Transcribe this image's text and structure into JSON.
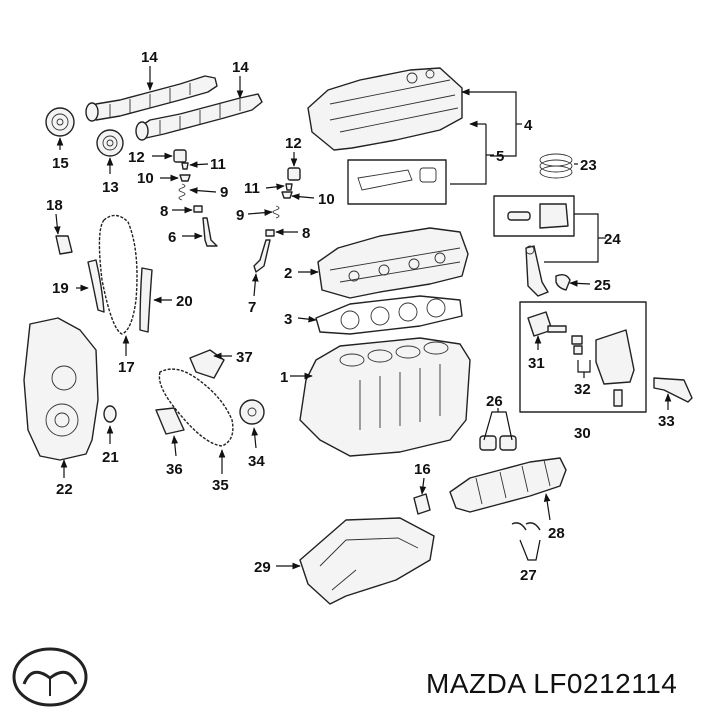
{
  "caption": {
    "brand": "MAZDA",
    "part_number": "LF0212114"
  },
  "logo": {
    "icon": "mazda-logo-icon"
  },
  "callouts": [
    {
      "id": "c14a",
      "label": "14"
    },
    {
      "id": "c14b",
      "label": "14"
    },
    {
      "id": "c15",
      "label": "15"
    },
    {
      "id": "c13",
      "label": "13"
    },
    {
      "id": "c12a",
      "label": "12"
    },
    {
      "id": "c11a",
      "label": "11"
    },
    {
      "id": "c10a",
      "label": "10"
    },
    {
      "id": "c9a",
      "label": "9"
    },
    {
      "id": "c8a",
      "label": "8"
    },
    {
      "id": "c6",
      "label": "6"
    },
    {
      "id": "c18",
      "label": "18"
    },
    {
      "id": "c19",
      "label": "19"
    },
    {
      "id": "c20",
      "label": "20"
    },
    {
      "id": "c17",
      "label": "17"
    },
    {
      "id": "c12b",
      "label": "12"
    },
    {
      "id": "c11b",
      "label": "11"
    },
    {
      "id": "c10b",
      "label": "10"
    },
    {
      "id": "c9b",
      "label": "9"
    },
    {
      "id": "c8b",
      "label": "8"
    },
    {
      "id": "c7",
      "label": "7"
    },
    {
      "id": "c2",
      "label": "2"
    },
    {
      "id": "c3",
      "label": "3"
    },
    {
      "id": "c4",
      "label": "4"
    },
    {
      "id": "c5",
      "label": "5"
    },
    {
      "id": "c23",
      "label": "23"
    },
    {
      "id": "c24",
      "label": "24"
    },
    {
      "id": "c25",
      "label": "25"
    },
    {
      "id": "c31",
      "label": "31"
    },
    {
      "id": "c32",
      "label": "32"
    },
    {
      "id": "c30",
      "label": "30"
    },
    {
      "id": "c33",
      "label": "33"
    },
    {
      "id": "c37",
      "label": "37"
    },
    {
      "id": "c1",
      "label": "1"
    },
    {
      "id": "c26",
      "label": "26"
    },
    {
      "id": "c21",
      "label": "21"
    },
    {
      "id": "c22",
      "label": "22"
    },
    {
      "id": "c36",
      "label": "36"
    },
    {
      "id": "c35",
      "label": "35"
    },
    {
      "id": "c34",
      "label": "34"
    },
    {
      "id": "c16",
      "label": "16"
    },
    {
      "id": "c28",
      "label": "28"
    },
    {
      "id": "c27",
      "label": "27"
    },
    {
      "id": "c29",
      "label": "29"
    }
  ]
}
